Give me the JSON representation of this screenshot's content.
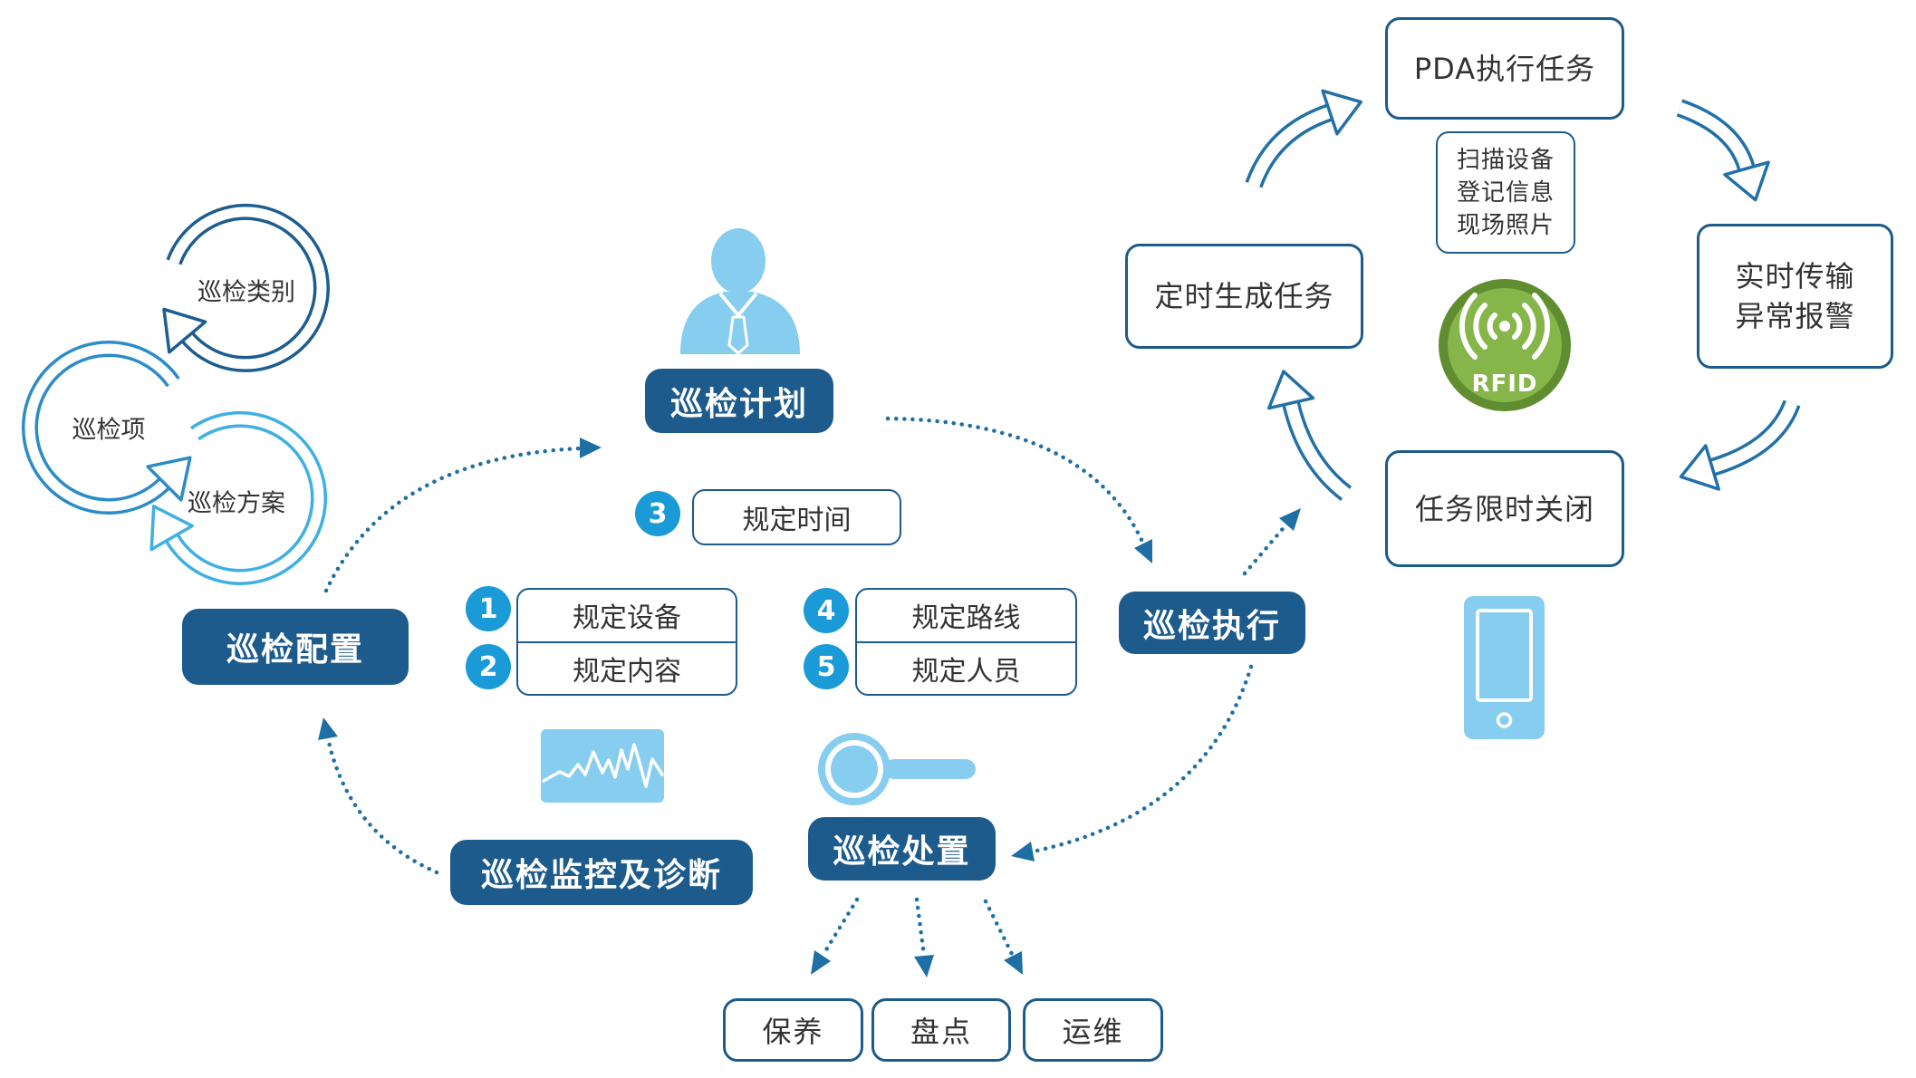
{
  "colors": {
    "primary": "#1c5b8c",
    "badge": "#1a9bd7",
    "icon_light": "#86cdef",
    "cycle_dark": "#1d5d8f",
    "cycle_mid": "#2b8cc7",
    "cycle_light": "#3fb0e3",
    "dotted_arrow": "#1e6fa3",
    "flow_arrow": "#2270a8",
    "rfid_green": "#86b54a",
    "rfid_dark": "#5f8d30",
    "text": "#333333"
  },
  "main_cycle": {
    "plan": "巡检计划",
    "execute": "巡检执行",
    "dispose": "巡检处置",
    "monitor": "巡检监控及诊断",
    "config": "巡检配置"
  },
  "config_items": [
    "巡检类别",
    "巡检项",
    "巡检方案"
  ],
  "plan_rules": [
    {
      "num": "1",
      "label": "规定设备"
    },
    {
      "num": "2",
      "label": "规定内容"
    },
    {
      "num": "3",
      "label": "规定时间"
    },
    {
      "num": "4",
      "label": "规定路线"
    },
    {
      "num": "5",
      "label": "规定人员"
    }
  ],
  "dispose_actions": [
    "保养",
    "盘点",
    "运维"
  ],
  "execution_flow": {
    "pda_task": "PDA执行任务",
    "pda_steps": [
      "扫描设备",
      "登记信息",
      "现场照片"
    ],
    "transmit": [
      "实时传输",
      "异常报警"
    ],
    "timed_create": "定时生成任务",
    "timed_close": "任务限时关闭",
    "rfid_label": "RFID"
  },
  "icons": {
    "planner": "person-icon",
    "monitor": "line-chart-icon",
    "dispose": "magnifier-icon",
    "device": "mobile-phone-icon",
    "rfid": "rfid-icon",
    "config_cycle": "circular-arrow-icon",
    "flow_cycle": "curved-arrow-icon"
  }
}
